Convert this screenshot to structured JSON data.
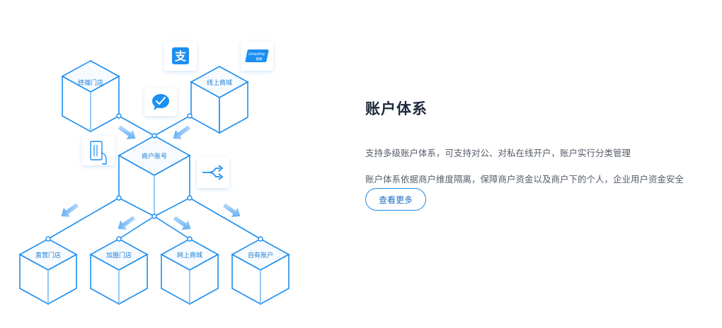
{
  "section": {
    "title": "账户体系",
    "desc_1": "支持多级账户体系，可支持对公、对私在线开户，账户实行分类管理",
    "desc_2": "账户体系依据商户维度隔离，保障商户资金以及商户下的个人，企业用户资金安全",
    "more_button": "查看更多"
  },
  "diagram": {
    "cubes": {
      "terminal_store": "终端门店",
      "online_mall_top": "线上商城",
      "merchant_account": "商户账号",
      "direct_store": "直营门店",
      "franchise_store": "加盟门店",
      "online_mall_bottom": "网上商城",
      "own_account": "自有账户"
    },
    "icons": {
      "alipay": "alipay-icon",
      "unionpay": "unionpay-icon",
      "unionpay_text": "UnionPay",
      "unionpay_cn": "银联",
      "wechat_pay": "wechat-pay-icon",
      "card": "card-swipe-icon",
      "split": "split-arrows-icon"
    },
    "colors": {
      "line": "#1d8ff0",
      "arrow": "#5fb0f5",
      "title": "#1e2a3a",
      "button_border": "#1b8ee6"
    }
  }
}
